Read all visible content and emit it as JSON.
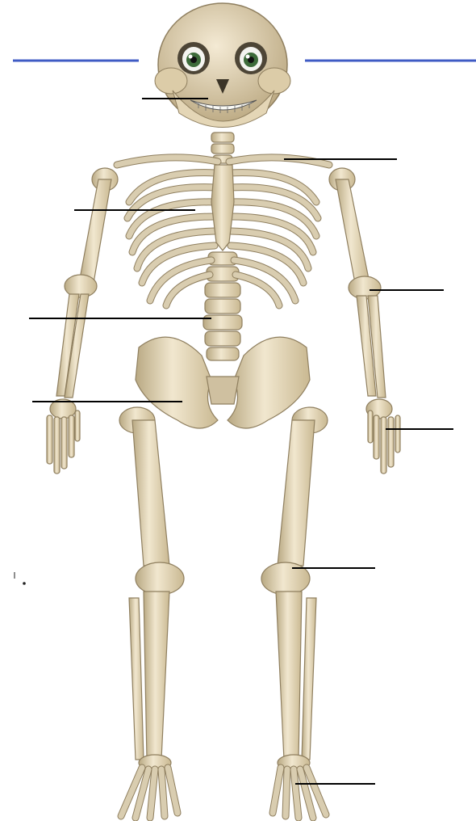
{
  "diagram": {
    "subject": "",
    "labels": [
      {
        "id": "skull",
        "text": ""
      },
      {
        "id": "clavicle",
        "text": ""
      },
      {
        "id": "ribs",
        "text": ""
      },
      {
        "id": "radius-ulna",
        "text": ""
      },
      {
        "id": "spine",
        "text": ""
      },
      {
        "id": "pelvis",
        "text": ""
      },
      {
        "id": "hand",
        "text": ""
      },
      {
        "id": "knee",
        "text": ""
      },
      {
        "id": "foot",
        "text": ""
      }
    ],
    "colors": {
      "bone": "#e8dcc0",
      "bone_shadow": "#8f7f5f",
      "leader_line": "#000000",
      "title_rule": "#3f5bc4",
      "eye": "#3d6b3a"
    }
  }
}
